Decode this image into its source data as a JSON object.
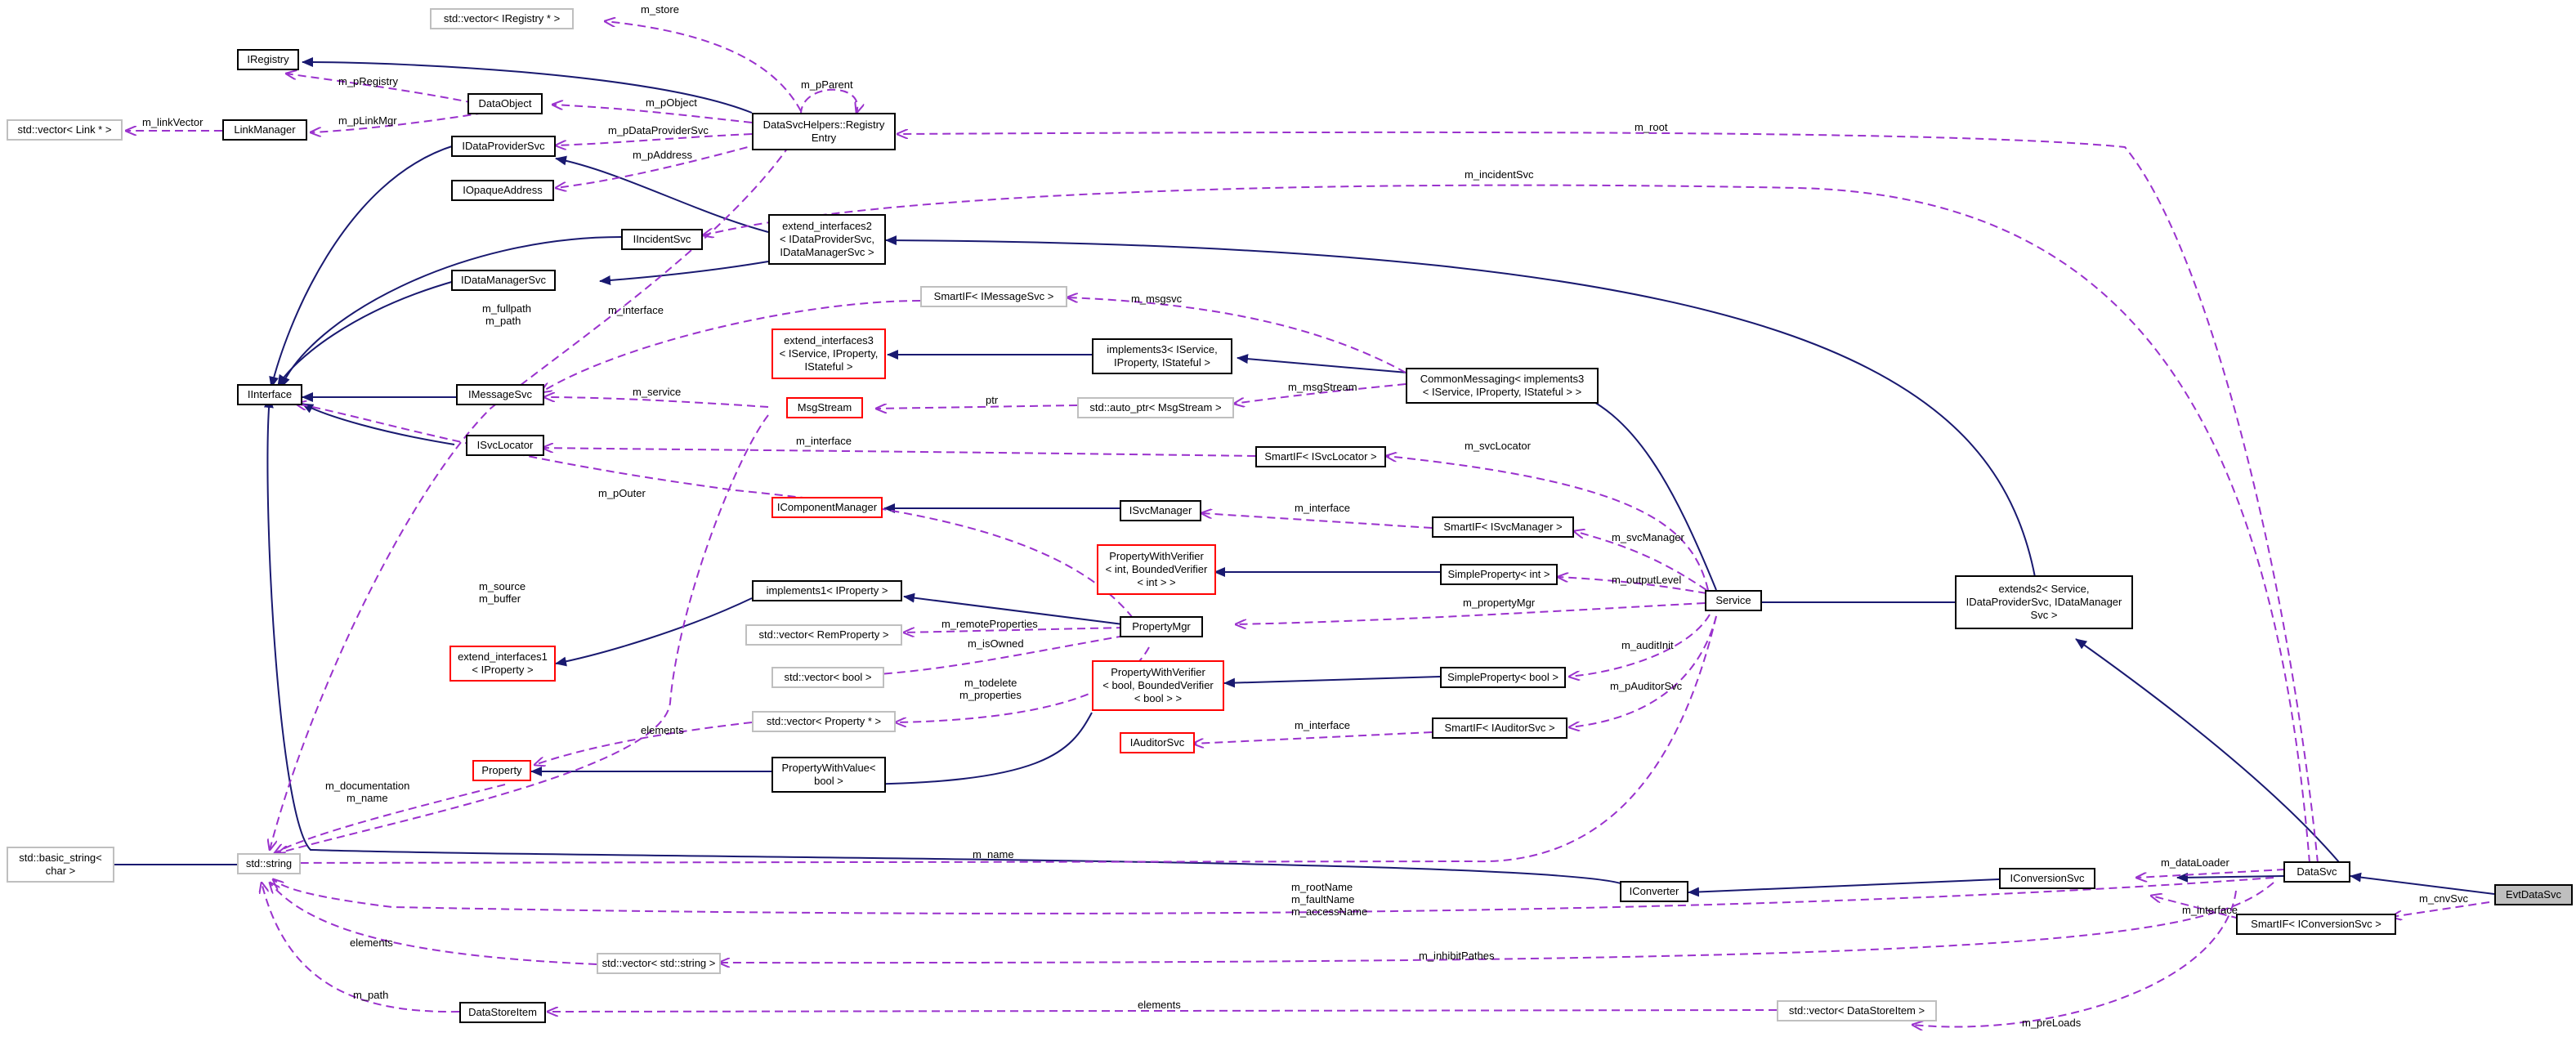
{
  "nodes": {
    "evtdatasvc": "EvtDataSvc",
    "datasvc": "DataSvc",
    "smartif_iconversionsvc": "SmartIF< IConversionSvc >",
    "iconversionsvc": "IConversionSvc",
    "iconverter": "IConverter",
    "extends2": "extends2< Service,\nIDataProviderSvc, IDataManager\nSvc >",
    "service": "Service",
    "commonmessaging": "CommonMessaging< implements3\n< IService, IProperty, IStateful > >",
    "implements3": "implements3< IService,\nIProperty, IStateful >",
    "extend_interfaces3": "extend_interfaces3\n< IService, IProperty,\nIStateful >",
    "smartif_imessagesvc": "SmartIF< IMessageSvc >",
    "auto_ptr_msgstream": "std::auto_ptr< MsgStream >",
    "msgstream": "MsgStream",
    "imessagesvc": "IMessageSvc",
    "iinterface": "IInterface",
    "isvclocator": "ISvcLocator",
    "smartif_isvclocator": "SmartIF< ISvcLocator >",
    "icomponentmanager": "IComponentManager",
    "isvcmanager": "ISvcManager",
    "smartif_isvcmanager": "SmartIF< ISvcManager >",
    "pwv_int": "PropertyWithVerifier\n< int, BoundedVerifier\n< int > >",
    "simpleproperty_int": "SimpleProperty< int >",
    "implements1": "implements1< IProperty >",
    "propertymgr": "PropertyMgr",
    "vector_remproperty": "std::vector< RemProperty >",
    "vector_bool": "std::vector< bool >",
    "extend_interfaces1": "extend_interfaces1\n< IProperty >",
    "pwv_bool": "PropertyWithVerifier\n< bool, BoundedVerifier\n< bool > >",
    "simpleproperty_bool": "SimpleProperty< bool >",
    "vector_property": "std::vector< Property * >",
    "property": "Property",
    "propertywithvalue": "PropertyWithValue<\nbool >",
    "iauditorsvc": "IAuditorSvc",
    "smartif_iauditorsvc": "SmartIF< IAuditorSvc >",
    "std_string": "std::string",
    "basic_string": "std::basic_string<\nchar >",
    "vector_string": "std::vector< std::string >",
    "datastoreitem": "DataStoreItem",
    "vector_datastoreitem": "std::vector< DataStoreItem >",
    "iregistry": "IRegistry",
    "vector_iregistry": "std::vector< IRegistry * >",
    "dataobject": "DataObject",
    "linkmanager": "LinkManager",
    "vector_link": "std::vector< Link * >",
    "idataprovidersvc": "IDataProviderSvc",
    "iopaqueaddress": "IOpaqueAddress",
    "iincidentsvc": "IIncidentSvc",
    "idatamanagersvc": "IDataManagerSvc",
    "registryentry": "DataSvcHelpers::Registry\nEntry",
    "extend_interfaces2": "extend_interfaces2\n< IDataProviderSvc,\nIDataManagerSvc >"
  },
  "edge_labels": {
    "m_cnvsvc": "m_cnvSvc",
    "m_dataloader": "m_dataLoader",
    "m_interface": "m_interface",
    "m_rootname": "m_rootName\nm_faultName\nm_accessName",
    "m_inhibitpathes": "m_inhibitPathes",
    "m_preloads": "m_preLoads",
    "elements": "elements",
    "m_path": "m_path",
    "m_name": "m_name",
    "m_documentation": "m_documentation\nm_name",
    "m_source": "m_source\nm_buffer",
    "m_fullpath": "m_fullpath\nm_path",
    "m_svclocator": "m_svcLocator",
    "m_svcmanager": "m_svcManager",
    "m_outputlevel": "m_outputLevel",
    "m_propertymgr": "m_propertyMgr",
    "m_auditinit": "m_auditInit",
    "m_pauditorsvc": "m_pAuditorSvc",
    "m_msgsvc": "m_msgsvc",
    "m_msgstream": "m_msgStream",
    "ptr": "ptr",
    "m_service": "m_service",
    "m_pouter": "m_pOuter",
    "m_remoteproperties": "m_remoteProperties",
    "m_isowned": "m_isOwned",
    "m_todelete": "m_todelete\nm_properties",
    "m_root": "m_root",
    "m_incidentsvc": "m_incidentSvc",
    "m_store": "m_store",
    "m_pparent": "m_pParent",
    "m_pregistry": "m_pRegistry",
    "m_pobject": "m_pObject",
    "m_plinkmgr": "m_pLinkMgr",
    "m_linkvector": "m_linkVector",
    "m_pdataprovidersvc": "m_pDataProviderSvc",
    "m_paddress": "m_pAddress"
  },
  "colors": {
    "inheritance": "#191970",
    "usage": "#9a32cd",
    "node_border": "#000000",
    "template_border": "#bfbfbf",
    "truncated_border": "#ff0000",
    "selected_fill": "#bfbfbf"
  }
}
